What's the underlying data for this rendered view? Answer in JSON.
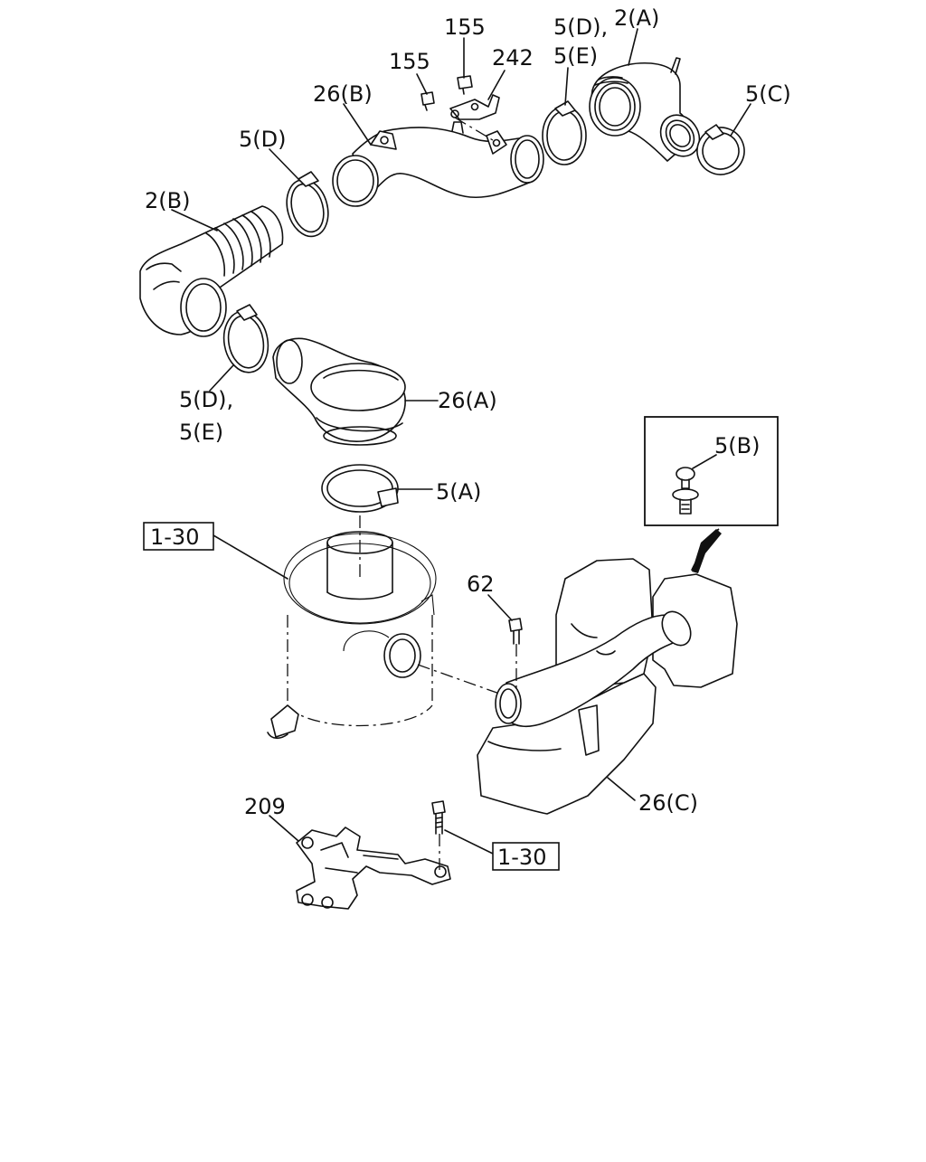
{
  "labels": {
    "l_155a": "155",
    "l_155b": "155",
    "l_242": "242",
    "l_5de_top_1": "5(D),",
    "l_5de_top_2": "5(E)",
    "l_2a": "2(A)",
    "l_5c": "5(C)",
    "l_26b": "26(B)",
    "l_5d": "5(D)",
    "l_2b": "2(B)",
    "l_5de_mid_1": "5(D),",
    "l_5de_mid_2": "5(E)",
    "l_26a": "26(A)",
    "l_5a": "5(A)",
    "l_5b": "5(B)",
    "l_62": "62",
    "l_26c": "26(C)",
    "l_209": "209",
    "ref_1": "1-30",
    "ref_2": "1-30"
  }
}
